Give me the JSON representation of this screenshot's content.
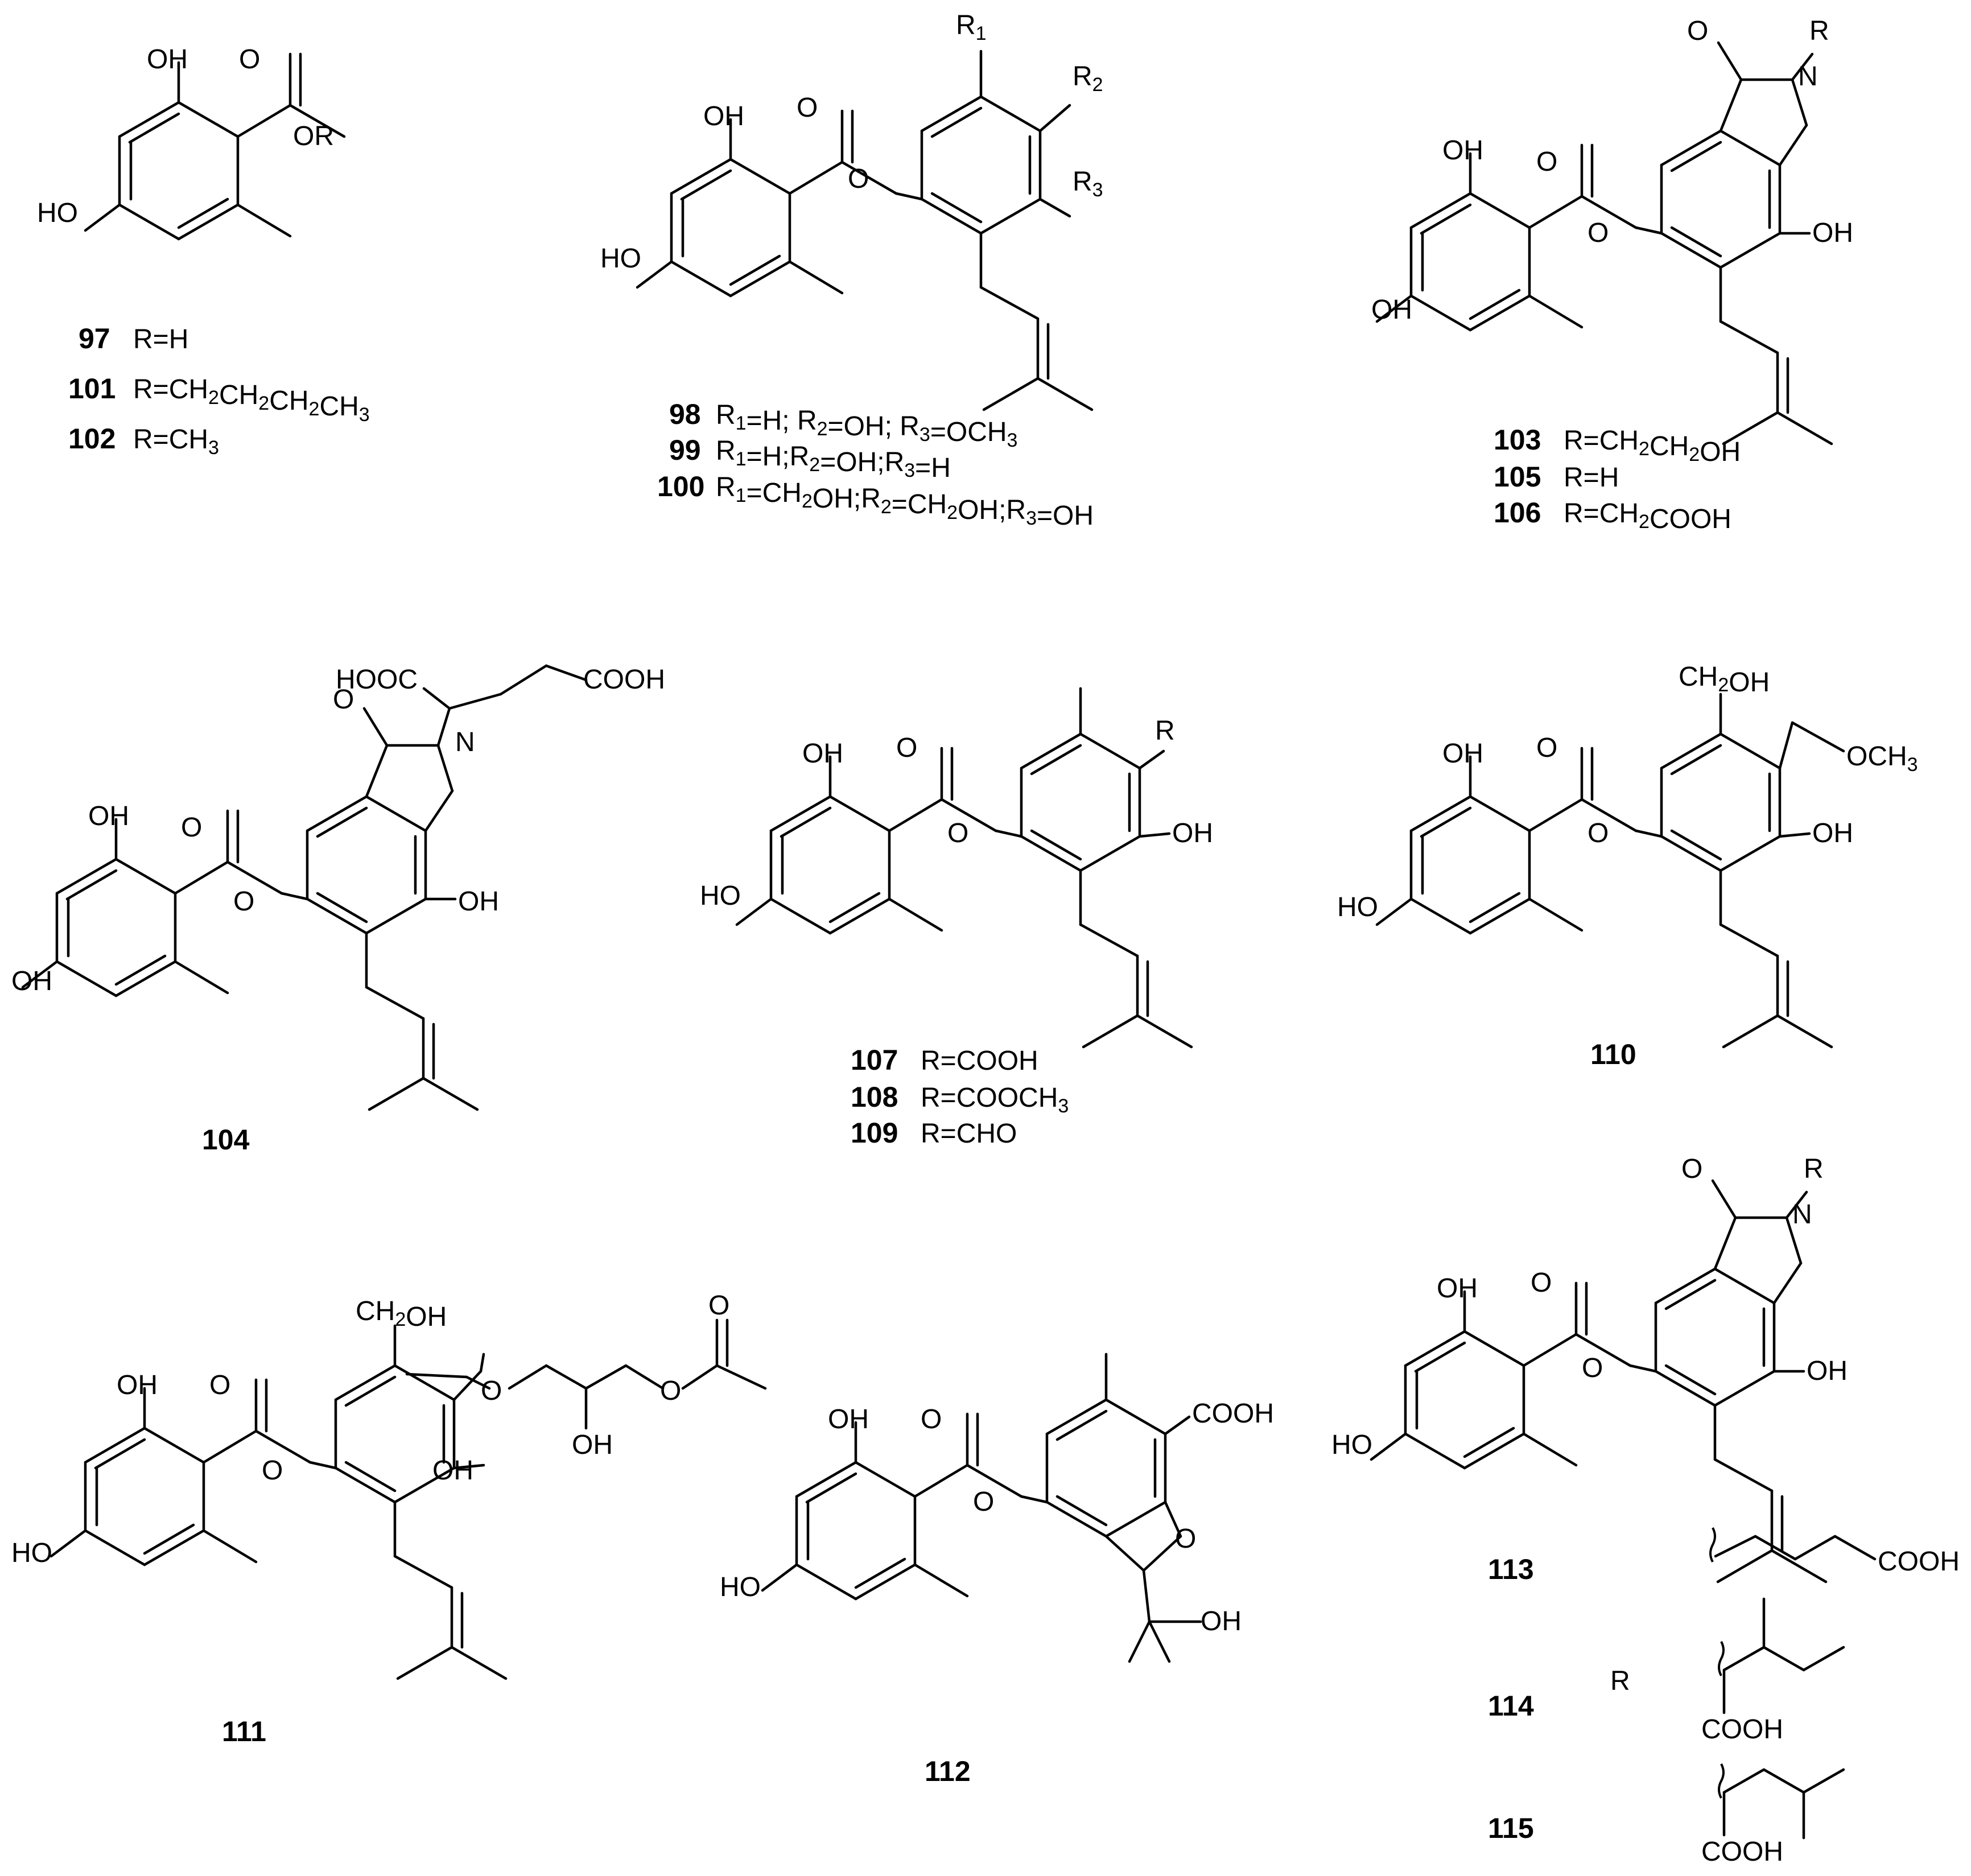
{
  "colors": {
    "ink": "#000000",
    "background": "#ffffff"
  },
  "top": {
    "c97": "97",
    "c97_rest": "R=H",
    "c101": "101",
    "c101_rest": "R=CH2CH2CH2CH3",
    "c102": "102",
    "c102_rest": "R=CH3",
    "c98": "98",
    "c98_rest": "R1=H; R2=OH; R3=OCH3",
    "c99": "99",
    "c99_rest": "R1=H;R2=OH;R3=H",
    "c100": "100",
    "c100_rest": "R1=CH2OH;R2=CH2OH;R3=OH",
    "c103": "103",
    "c103_rest": "R=CH2CH2OH",
    "c105": "105",
    "c105_rest": "R=H",
    "c106": "106",
    "c106_rest": "R=CH2COOH"
  },
  "middle": {
    "c104": "104",
    "c107": "107",
    "c107_rest": "R=COOH",
    "c108": "108",
    "c108_rest": "R=COOCH3",
    "c109": "109",
    "c109_rest": "R=CHO",
    "c110": "110"
  },
  "bottom": {
    "c111": "111",
    "c112": "112",
    "c113": "113",
    "c114": "114",
    "c115": "115",
    "r_label": "R"
  },
  "atoms": {
    "OH": "OH",
    "HO": "HO",
    "O": "O",
    "N": "N",
    "R": "R",
    "OR": "OR",
    "COOH": "COOH",
    "HOOC": "HOOC",
    "CH2OH": "CH2OH",
    "OCH3": "OCH3",
    "R1": "R1",
    "R2": "R2",
    "R3": "R3"
  }
}
